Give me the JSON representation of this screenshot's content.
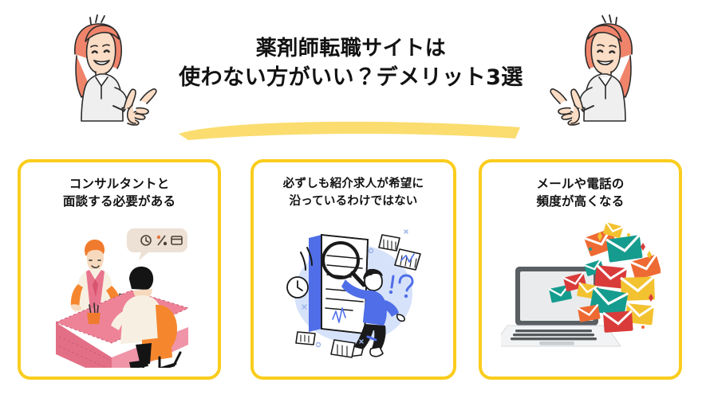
{
  "page": {
    "background_color": "#FFFFFF",
    "accent_color": "#FACD1E",
    "underline_color": "#FBDC6E",
    "text_color": "#121212"
  },
  "header": {
    "title_line_1": "薬剤師転職サイトは",
    "title_line_2": "使わない方がいい？デメリット3選",
    "underline": "brush-stroke-underline",
    "mascot_left": "pointing-woman-illustration",
    "mascot_right": "pointing-woman-illustration-mirrored"
  },
  "cards": [
    {
      "index": "1",
      "heading_line_1": "コンサルタントと",
      "heading_line_2": "面談する必要がある",
      "illustration": "consultant-interview-illustration",
      "border_color": "#FACD1E",
      "art_colors": {
        "desk": "#EE8398",
        "chair": "#F5862E",
        "shirt": "#F5EFE3",
        "hair": "#F07B2E",
        "bubble": "#EDE0D4"
      }
    },
    {
      "index": "2",
      "heading_line_1": "必ずしも紹介求人が希望に",
      "heading_line_2": "沿っているわけではない",
      "illustration": "document-review-magnifier-illustration",
      "border_color": "#FACD1E",
      "art_colors": {
        "blob": "#D6E2FA",
        "accent": "#4F6EE8",
        "paper": "#FFFFFF",
        "ink": "#1A1A1A"
      }
    },
    {
      "index": "3",
      "heading_line_1": "メールや電話の",
      "heading_line_2": "頻度が高くなる",
      "illustration": "laptop-email-burst-illustration",
      "border_color": "#FACD1E",
      "art_colors": {
        "laptop_body": "#E4E6E8",
        "laptop_frame": "#565B5E",
        "envelope_orange": "#EE6A33",
        "envelope_teal": "#159C8E",
        "envelope_red": "#D93B3B",
        "envelope_yellow": "#F2C230"
      }
    }
  ]
}
